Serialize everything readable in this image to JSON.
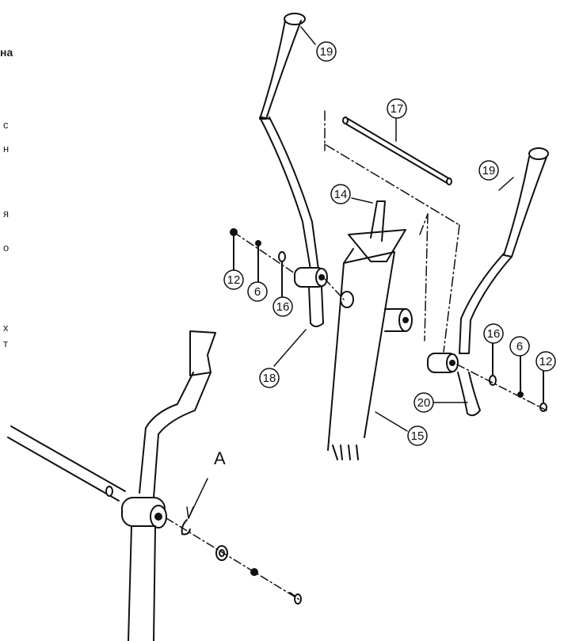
{
  "side_text_fragments": [
    "на",
    "с",
    "н",
    "я",
    "о",
    "х",
    "т"
  ],
  "callouts": {
    "c19_left": "19",
    "c17": "17",
    "c19_right": "19",
    "c14": "14",
    "c12_left": "12",
    "c6_left": "6",
    "c16_left": "16",
    "c18": "18",
    "c15": "15",
    "c16_right": "16",
    "c6_right": "6",
    "c12_right": "12",
    "c20": "20"
  },
  "detail_label": "A"
}
